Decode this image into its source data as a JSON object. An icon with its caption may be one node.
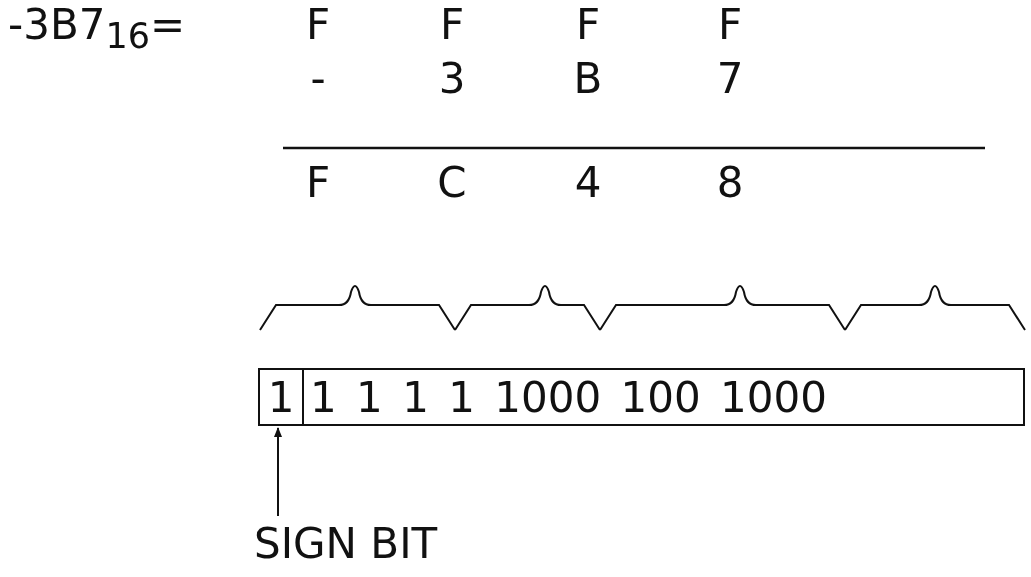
{
  "diagram": {
    "nodes": [
      {
        "text": [
          "1"
        ]
      },
      {
        "text": [
          "1 1 1 1 1000 100 1000"
        ]
      },
      {
        "text": [
          "SIGN BIT"
        ]
      }
    ],
    "edges": [
      {
        "from": 2,
        "to": 0,
        "arrow": "to"
      }
    ],
    "labels": [
      "-3B7$_{16}$=",
      "F",
      "F",
      "F",
      "F",
      "-",
      "3",
      "B",
      "7",
      "F",
      "C",
      "4",
      "8"
    ]
  }
}
